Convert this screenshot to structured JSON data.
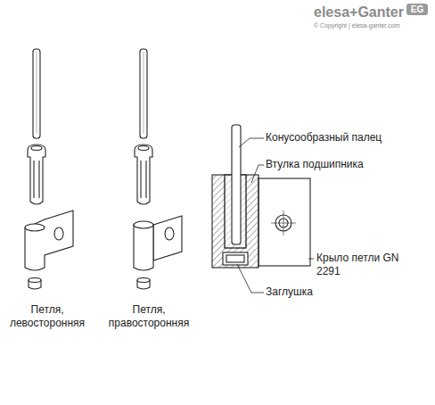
{
  "diagram": {
    "labels": [
      "elesa+Ganter",
      "EG",
      "© Copyright | elesa-ganter.com",
      "Конусообразный палец",
      "Втулка подшипника",
      "Крыло петли GN 2291",
      "Заглушка",
      "Петля, левосторонняя",
      "Петля, правосторонняя"
    ]
  }
}
